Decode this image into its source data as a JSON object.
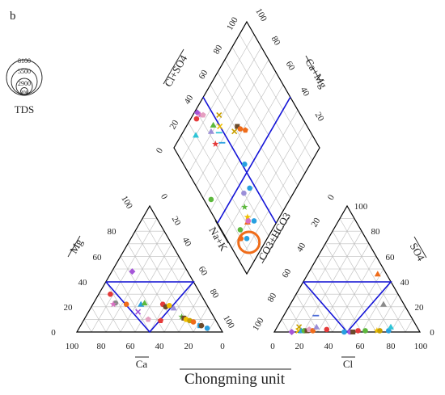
{
  "chart_data": {
    "type": "scatter",
    "panel_label": "b",
    "title": "Chongming unit",
    "tds_legend": {
      "label": "TDS",
      "levels": [
        "8100",
        "5500",
        "2900",
        "300"
      ]
    },
    "cation_triangle": {
      "axes": {
        "left": "Mg",
        "bottom": "Ca",
        "hidden": "Na+K"
      },
      "left_ticks": [
        "0",
        "20",
        "40",
        "60",
        "80",
        "100"
      ],
      "right_ticks": [
        "0",
        "20",
        "40",
        "60",
        "80",
        "100"
      ],
      "bottom_ticks": [
        "100",
        "80",
        "60",
        "40",
        "20",
        "0"
      ],
      "samples": [
        {
          "ca": 38,
          "mg": 48,
          "color": "#a555d8",
          "marker": "diamond"
        },
        {
          "ca": 62,
          "mg": 30,
          "color": "#e53a3a",
          "marker": "circle"
        },
        {
          "ca": 62,
          "mg": 23,
          "color": "#8a8a8a",
          "marker": "circle"
        },
        {
          "ca": 64,
          "mg": 22,
          "color": "#d96fc1",
          "marker": "star"
        },
        {
          "ca": 55,
          "mg": 22,
          "color": "#ef6c1a",
          "marker": "circle"
        },
        {
          "ca": 45,
          "mg": 22,
          "color": "#28a0e0",
          "marker": "triangle"
        },
        {
          "ca": 42,
          "mg": 23,
          "color": "#5cb83c",
          "marker": "triangle"
        },
        {
          "ca": 50,
          "mg": 16,
          "color": "#a555d8",
          "marker": "cross"
        },
        {
          "ca": 46,
          "mg": 10,
          "color": "#e5a0c0",
          "marker": "pentagon"
        },
        {
          "ca": 38,
          "mg": 9,
          "color": "#e53a3a",
          "marker": "pentagon"
        },
        {
          "ca": 30,
          "mg": 22,
          "color": "#e53a3a",
          "marker": "circle"
        },
        {
          "ca": 29,
          "mg": 20,
          "color": "#6b4a2a",
          "marker": "circle"
        },
        {
          "ca": 26,
          "mg": 21,
          "color": "#f0c000",
          "marker": "circle"
        },
        {
          "ca": 24,
          "mg": 19,
          "color": "#9b8fd8",
          "marker": "triangle"
        },
        {
          "ca": 22,
          "mg": 12,
          "color": "#5cb83c",
          "marker": "star"
        },
        {
          "ca": 21,
          "mg": 11,
          "color": "#6b4a2a",
          "marker": "square"
        },
        {
          "ca": 20,
          "mg": 10,
          "color": "#f0c000",
          "marker": "circle"
        },
        {
          "ca": 18,
          "mg": 9,
          "color": "#c8a000",
          "marker": "circle"
        },
        {
          "ca": 16,
          "mg": 8,
          "color": "#ef6c1a",
          "marker": "circle"
        },
        {
          "ca": 13,
          "mg": 5,
          "color": "#28a0e0",
          "marker": "square"
        },
        {
          "ca": 12,
          "mg": 5,
          "color": "#6b4a2a",
          "marker": "circle"
        },
        {
          "ca": 9,
          "mg": 3,
          "color": "#28a0e0",
          "marker": "circle"
        }
      ]
    },
    "anion_triangle": {
      "axes": {
        "right": "SO4",
        "bottom": "Cl",
        "hidden": "CO3+HCO3"
      },
      "left_ticks": [
        "100",
        "80",
        "60",
        "40",
        "20",
        "0"
      ],
      "right_ticks": [
        "0",
        "20",
        "40",
        "60",
        "80",
        "100"
      ],
      "bottom_ticks": [
        "0",
        "20",
        "40",
        "60",
        "80",
        "100"
      ],
      "samples": [
        {
          "cl": 12,
          "so4": 0,
          "color": "#a555d8",
          "marker": "diamond"
        },
        {
          "cl": 16,
          "so4": 1,
          "color": "#f0c000",
          "marker": "cross"
        },
        {
          "cl": 15,
          "so4": 4,
          "color": "#c8a000",
          "marker": "cross"
        },
        {
          "cl": 18,
          "so4": 1,
          "color": "#28a0e0",
          "marker": "triangle"
        },
        {
          "cl": 20,
          "so4": 1,
          "color": "#5cb83c",
          "marker": "circle"
        },
        {
          "cl": 22,
          "so4": 1,
          "color": "#6b4a2a",
          "marker": "square"
        },
        {
          "cl": 23,
          "so4": 2,
          "color": "#e5a0c0",
          "marker": "pentagon"
        },
        {
          "cl": 26,
          "so4": 1,
          "color": "#ef6c1a",
          "marker": "circle"
        },
        {
          "cl": 27,
          "so4": 4,
          "color": "#9b8fd8",
          "marker": "triangle"
        },
        {
          "cl": 22,
          "so4": 13,
          "color": "#4a6ad8",
          "marker": "dash"
        },
        {
          "cl": 35,
          "so4": 2,
          "color": "#e53a3a",
          "marker": "circle"
        },
        {
          "cl": 48,
          "so4": 0,
          "color": "#28a0e0",
          "marker": "circle"
        },
        {
          "cl": 52,
          "so4": 0,
          "color": "#a555d8",
          "marker": "circle"
        },
        {
          "cl": 54,
          "so4": 0,
          "color": "#6b4a2a",
          "marker": "square"
        },
        {
          "cl": 57,
          "so4": 1,
          "color": "#e53a3a",
          "marker": "circle"
        },
        {
          "cl": 62,
          "so4": 1,
          "color": "#5cb83c",
          "marker": "circle"
        },
        {
          "cl": 70,
          "so4": 1,
          "color": "#f0c000",
          "marker": "star"
        },
        {
          "cl": 72,
          "so4": 1,
          "color": "#c8a000",
          "marker": "circle"
        },
        {
          "cl": 78,
          "so4": 1,
          "color": "#28a0e0",
          "marker": "circle"
        },
        {
          "cl": 78,
          "so4": 4,
          "color": "#2ec4d6",
          "marker": "triangle"
        },
        {
          "cl": 64,
          "so4": 22,
          "color": "#8a8a8a",
          "marker": "triangle"
        },
        {
          "cl": 48,
          "so4": 46,
          "color": "#ef6c1a",
          "marker": "triangle"
        }
      ]
    },
    "diamond": {
      "axes": {
        "upper_left": "Cl+SO4",
        "upper_right": "Ca+Mg",
        "lower_left": "Na+K",
        "lower_right": "CO3+HCO3"
      },
      "upper_left_ticks": [
        "0",
        "20",
        "40",
        "60",
        "80",
        "100"
      ],
      "upper_right_ticks": [
        "100",
        "80",
        "60",
        "40",
        "20"
      ],
      "samples": [
        {
          "u": 27,
          "v": 4,
          "color": "#e53a3a",
          "marker": "circle"
        },
        {
          "u": 20,
          "v": 10,
          "color": "#2ec4d6",
          "marker": "triangle"
        },
        {
          "u": 30,
          "v": 2,
          "color": "#a555d8",
          "marker": "diamond"
        },
        {
          "u": 31,
          "v": 5,
          "color": "#d96fc1",
          "marker": "star"
        },
        {
          "u": 33,
          "v": 7,
          "color": "#e5a0c0",
          "marker": "pentagon"
        },
        {
          "u": 32,
          "v": 19,
          "color": "#9b8fd8",
          "marker": "triangle"
        },
        {
          "u": 36,
          "v": 18,
          "color": "#5cb83c",
          "marker": "triangle"
        },
        {
          "u": 37,
          "v": 25,
          "color": "#2ec4d6",
          "marker": "dash"
        },
        {
          "u": 40,
          "v": 23,
          "color": "#f0c000",
          "marker": "cross"
        },
        {
          "u": 44,
          "v": 18,
          "color": "#c8a000",
          "marker": "cross"
        },
        {
          "u": 30,
          "v": 27,
          "color": "#e53a3a",
          "marker": "star"
        },
        {
          "u": 35,
          "v": 31,
          "color": "#28a0e0",
          "marker": "dash"
        },
        {
          "u": 48,
          "v": 35,
          "color": "#c8a000",
          "marker": "cross"
        },
        {
          "u": 52,
          "v": 35,
          "color": "#6b4a2a",
          "marker": "square"
        },
        {
          "u": 53,
          "v": 38,
          "color": "#ef6c1a",
          "marker": "circle"
        },
        {
          "u": 56,
          "v": 42,
          "color": "#ef6c1a",
          "marker": "pentagon"
        },
        {
          "u": 42,
          "v": 55,
          "color": "#28a0e0",
          "marker": "circle"
        },
        {
          "u": 36,
          "v": 68,
          "color": "#28a0e0",
          "marker": "circle"
        },
        {
          "u": 30,
          "v": 66,
          "color": "#9b8fd8",
          "marker": "circle"
        },
        {
          "u": 25,
          "v": 72,
          "color": "#5cb83c",
          "marker": "star"
        },
        {
          "u": 23,
          "v": 78,
          "color": "#f0c000",
          "marker": "star"
        },
        {
          "u": 21,
          "v": 80,
          "color": "#ef6c1a",
          "marker": "triangle"
        },
        {
          "u": 13,
          "v": 78,
          "color": "#5cb83c",
          "marker": "circle"
        },
        {
          "u": 10,
          "v": 82,
          "color": "#ef6c1a",
          "marker": "circle"
        },
        {
          "u": 14,
          "v": 86,
          "color": "#28a0e0",
          "marker": "circle"
        },
        {
          "u": 14,
          "v": 89,
          "color": "#ef6c1a",
          "marker": "bigcircle"
        },
        {
          "u": 22,
          "v": 80,
          "color": "#d96fc1",
          "marker": "circle"
        },
        {
          "u": 26,
          "v": 84,
          "color": "#28a0e0",
          "marker": "circle"
        },
        {
          "u": 5,
          "v": 46,
          "color": "#5cb83c",
          "marker": "circle"
        }
      ]
    }
  }
}
